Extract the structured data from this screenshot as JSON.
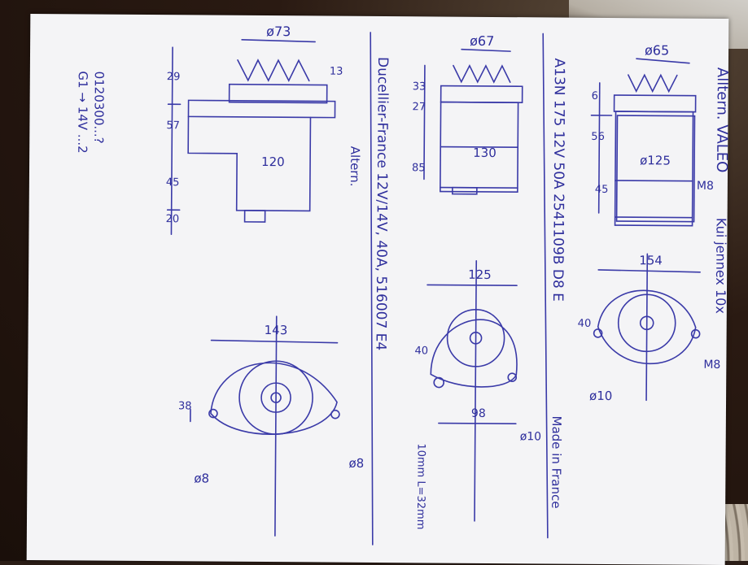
{
  "header": {
    "brand": "Alltern. VALEO",
    "note": "Kui jennex 10x"
  },
  "part_line": "A13N 175  12V  50A  2541109B  D8 E",
  "made_in": "Made in France",
  "ducellier_line": "Ducellier-France 12V/14V, 40A, 516007 E4",
  "altern_label": "Altern.",
  "codes": {
    "code1": "0120300...?",
    "code2": "G1 → 14V ...2"
  },
  "section_a": {
    "top_dia": "ø65",
    "m8": "M8",
    "dim_6": "6",
    "dim_56": "56",
    "dim_45": "45",
    "dia_125": "ø125"
  },
  "section_b": {
    "top_dia": "ø67",
    "dim_33": "33",
    "dim_27": "27",
    "dim_85": "85",
    "width_130": "130"
  },
  "section_c": {
    "top_dia": "ø73",
    "dim_13": "13",
    "dim_29": "29",
    "dim_57": "57",
    "dim_45": "45",
    "dim_20": "20",
    "width_120": "120"
  },
  "front_a": {
    "width": "154",
    "height_40": "40",
    "dia_10": "ø10",
    "m8": "M8"
  },
  "front_b": {
    "width": "125",
    "dim_40": "40",
    "dim_98": "98",
    "dia_10": "ø10",
    "note": "10mm L=32mm"
  },
  "front_c": {
    "width": "143",
    "dim_38": "38",
    "dia_8a": "ø8",
    "dia_8b": "ø8"
  }
}
